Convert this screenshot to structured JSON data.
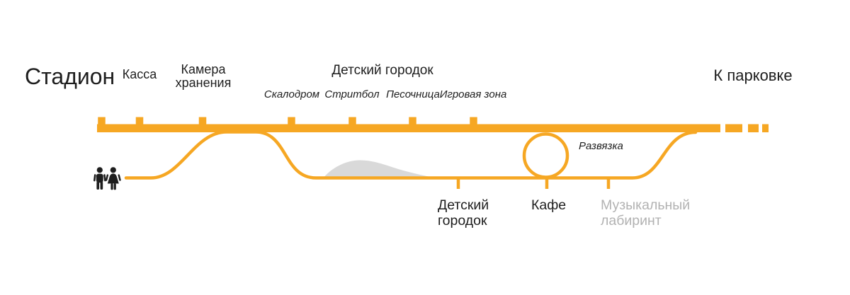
{
  "diagram": {
    "title": "Стадион",
    "parking_label": "К парковке",
    "main_line_stations": [
      {
        "label": "Касса"
      },
      {
        "label": "Камера хранения"
      }
    ],
    "kids_area": {
      "heading": "Детский городок",
      "spots": [
        {
          "label": "Скалодром"
        },
        {
          "label": "Стритбол"
        },
        {
          "label": "Песочница"
        },
        {
          "label": "Игровая зона"
        }
      ]
    },
    "junction_label": "Развязка",
    "walk_stops": [
      {
        "label": "Детский городок",
        "state": "open"
      },
      {
        "label": "Кафе",
        "state": "open"
      },
      {
        "label": "Музыкальный лабиринт",
        "state": "closed"
      }
    ],
    "icons": {
      "visitors": "man-woman-pictogram"
    },
    "colors": {
      "line_orange": "#F6A723",
      "hill_gray": "#D9D9D9",
      "muted_label_gray": "#B2B2B2",
      "text_black": "#1E1E1E"
    }
  }
}
